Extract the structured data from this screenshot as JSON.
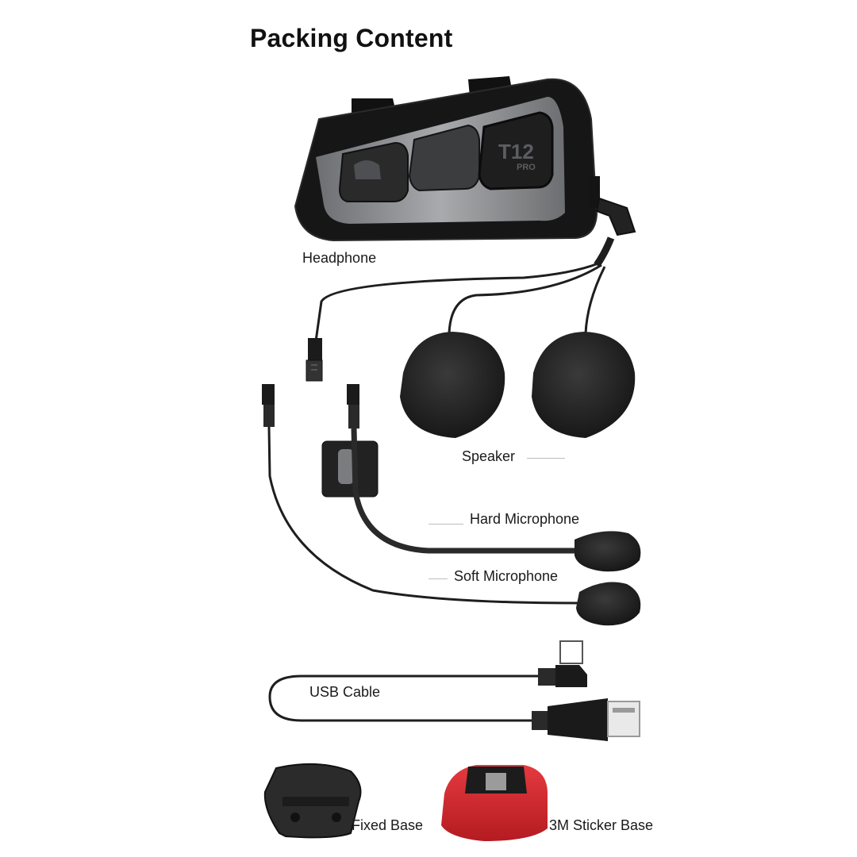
{
  "title": "Packing Content",
  "device": {
    "model_text": "T12",
    "model_sub_text": "PRO"
  },
  "labels": {
    "headphone": "Headphone",
    "speaker": "Speaker",
    "hard_microphone": "Hard Microphone",
    "soft_microphone": "Soft Microphone",
    "usb_cable": "USB Cable",
    "fixed_base": "Fixed Base",
    "sticker_base": "3M Sticker Base"
  },
  "colors": {
    "foam": "#1c1c1c",
    "device_body": "#151515",
    "device_trim": "#8d8f92",
    "sticker_red": "#d8262c",
    "cable": "#1e1e1e"
  }
}
